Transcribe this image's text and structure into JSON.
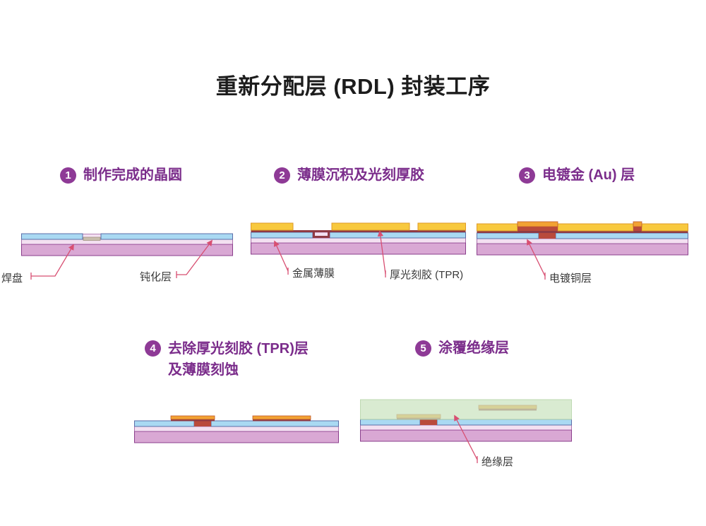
{
  "title": "重新分配层 (RDL) 封装工序",
  "steps": [
    {
      "number": "1",
      "label": "制作完成的晶圆"
    },
    {
      "number": "2",
      "label": "薄膜沉积及光刻厚胶"
    },
    {
      "number": "3",
      "label": "电镀金 (Au) 层"
    },
    {
      "number": "4",
      "label": "去除厚光刻胶 (TPR)层",
      "label_line2": "及薄膜刻蚀"
    },
    {
      "number": "5",
      "label": "涂覆绝缘层"
    }
  ],
  "annotations": {
    "pad": "焊盘",
    "passivation": "钝化层",
    "metal_film": "金属薄膜",
    "thick_resist": "厚光刻胶 (TPR)",
    "plated_copper": "电镀铜层",
    "insulation": "绝缘层"
  },
  "colors": {
    "title_text": "#1c1c1c",
    "header_text": "#7b2d8b",
    "badge": "#8e3a96",
    "badge_text": "#ffffff",
    "label_text": "#3a3a3a",
    "leader": "#d84f72",
    "substrate": "#d9a8d4",
    "substrate_stroke": "#8a3e8c",
    "underlayer": "#f3e0f1",
    "passivation": "#a9d9f2",
    "passivation_stroke": "#5b6ea8",
    "pad": "#c9beae",
    "pad_stroke": "#9a8a76",
    "metal": "#8f3a44",
    "tpr": "#f8c93e",
    "tpr_stroke": "#de9a28",
    "gold": "#f2a233",
    "gold_stroke": "#c05a2e",
    "copper": "#b94a3c",
    "insulation": "#cbe3bf",
    "insulation_stroke": "#b2d3a4"
  }
}
